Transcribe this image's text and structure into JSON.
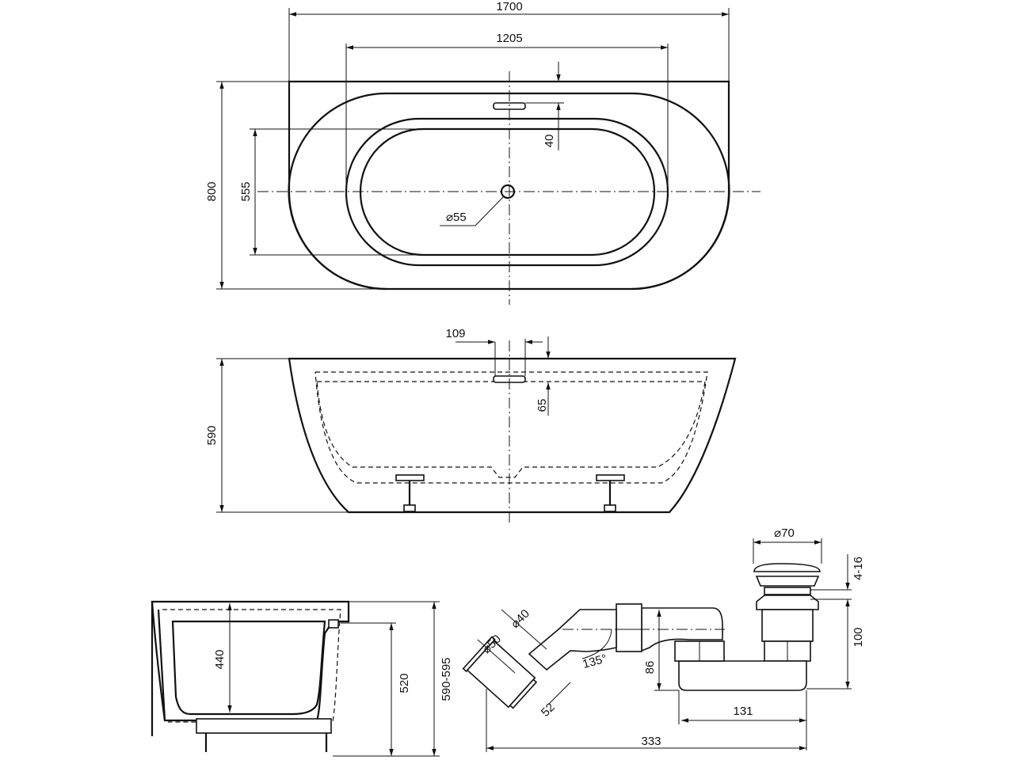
{
  "labels": {
    "top_length": "1700",
    "top_inner_length": "1205",
    "overflow_offset": "40",
    "top_width": "800",
    "inner_width": "555",
    "drain_diameter": "⌀55",
    "overflow_position": "109",
    "overflow_depth": "65",
    "side_height": "590",
    "end_depth": "440",
    "end_inner_height": "520",
    "end_height": "590-595",
    "plug_diameter": "⌀70",
    "plug_adjust": "4-16",
    "drain_height": "100",
    "pipe_diameter_40": "⌀40",
    "pipe_diameter_50": "⌀50",
    "pipe_angle": "135°",
    "trap_height": "86",
    "pipe_length": "52",
    "trap_width": "131",
    "total_drain_length": "333"
  }
}
